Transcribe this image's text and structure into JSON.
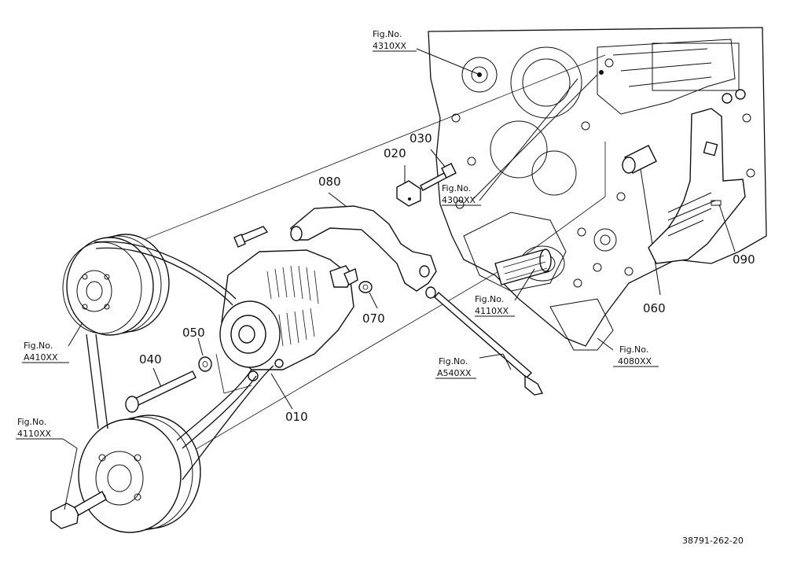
{
  "part_numbers": {
    "p010": "010",
    "p020": "020",
    "p030": "030",
    "p040": "040",
    "p050": "050",
    "p060": "060",
    "p070": "070",
    "p080": "080",
    "p090": "090"
  },
  "figure_refs": {
    "fig_4310": {
      "label": "Fig.No.",
      "code": "4310XX"
    },
    "fig_4300": {
      "label": "Fig.No.",
      "code": "4300XX"
    },
    "fig_4110_center": {
      "label": "Fig.No.",
      "code": "4110XX"
    },
    "fig_a540": {
      "label": "Fig.No.",
      "code": "A540XX"
    },
    "fig_4080": {
      "label": "Fig.No.",
      "code": "4080XX"
    },
    "fig_a410": {
      "label": "Fig.No.",
      "code": "A410XX"
    },
    "fig_4110_left": {
      "label": "Fig.No.",
      "code": "4110XX"
    }
  },
  "drawing_code": "38791-262-20"
}
